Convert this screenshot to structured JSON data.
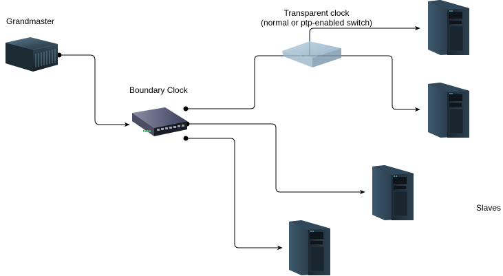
{
  "diagram": {
    "title": "PTP clock hierarchy",
    "nodes": {
      "grandmaster": {
        "label": "Grandmaster",
        "icon": "rack-server-icon"
      },
      "boundary_clock": {
        "label": "Boundary Clock",
        "icon": "network-switch-icon"
      },
      "transparent_clock": {
        "label_line1": "Transparent clock",
        "label_line2": "(normal or ptp-enabled switch)",
        "icon": "switch-icon"
      },
      "slaves": {
        "label": "Slaves",
        "icon": "tower-server-icon",
        "count": 4
      }
    },
    "edges": [
      {
        "from": "grandmaster",
        "to": "boundary_clock"
      },
      {
        "from": "boundary_clock",
        "to": "slave-1",
        "via": "transparent_clock"
      },
      {
        "from": "boundary_clock",
        "to": "slave-2",
        "via": "transparent_clock"
      },
      {
        "from": "boundary_clock",
        "to": "slave-3"
      },
      {
        "from": "boundary_clock",
        "to": "slave-4"
      }
    ],
    "colors": {
      "line": "#000000",
      "server_dark": "#1a2630",
      "server_light": "#3d5a6e",
      "switch_blue": "#8fb3cc"
    }
  }
}
